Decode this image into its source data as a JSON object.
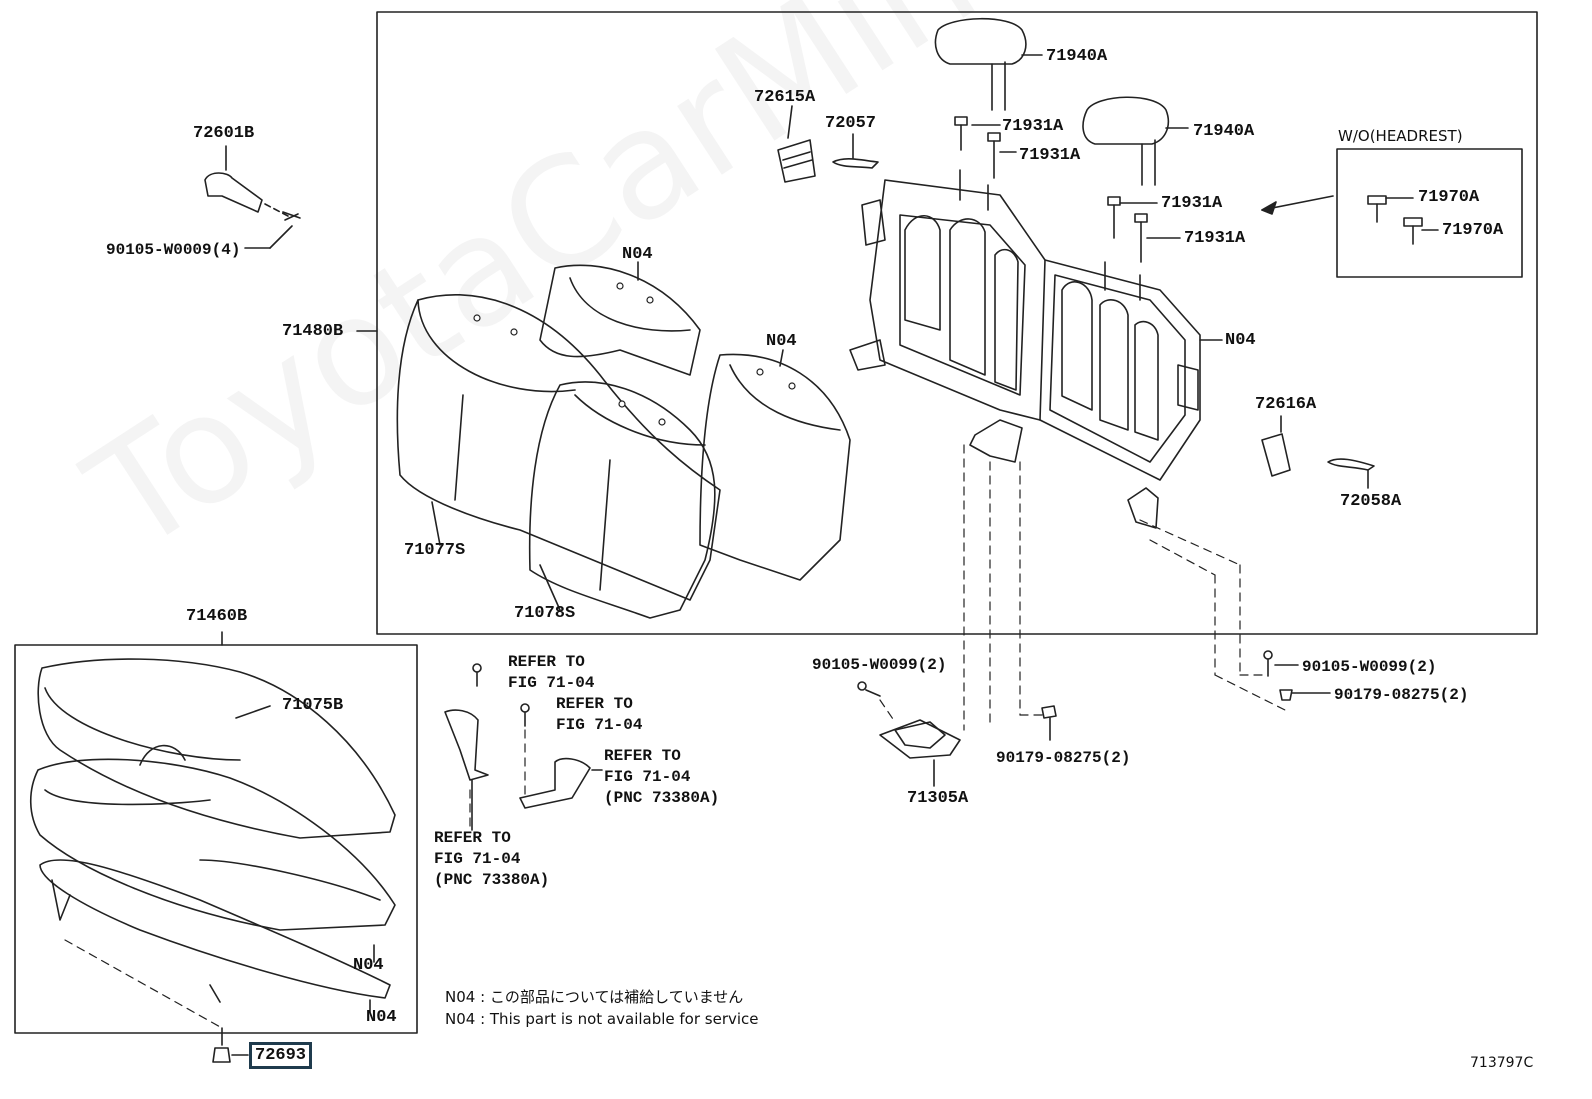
{
  "watermark": "ToyotaCarMine.ru",
  "figure_code": "713797C",
  "colors": {
    "line": "#222222",
    "highlight_box": "#1f3b4d"
  },
  "group_boxes": [
    {
      "name": "seatback-group",
      "label": "71480B"
    },
    {
      "name": "cushion-group",
      "label": "71460B"
    },
    {
      "name": "wo-headrest-group",
      "label": "W/O(HEADREST)"
    }
  ],
  "parts": {
    "p72601B": "72601B",
    "p90105_9": "90105-W0009(4)",
    "p71480B": "71480B",
    "p71460B": "71460B",
    "p72615A": "72615A",
    "p72057": "72057",
    "p71940A_1": "71940A",
    "p71940A_2": "71940A",
    "p71931A_1": "71931A",
    "p71931A_2": "71931A",
    "p71931A_3": "71931A",
    "p71931A_4": "71931A",
    "p71970A_1": "71970A",
    "p71970A_2": "71970A",
    "n04_1": "N04",
    "n04_2": "N04",
    "n04_3": "N04",
    "n04_4": "N04",
    "n04_5": "N04",
    "p72616A": "72616A",
    "p72058A": "72058A",
    "p71077S": "71077S",
    "p71078S": "71078S",
    "p71075B": "71075B",
    "p90105_99a": "90105-W0099(2)",
    "p90105_99b": "90105-W0099(2)",
    "p90179_a": "90179-08275(2)",
    "p90179_b": "90179-08275(2)",
    "p71305A": "71305A",
    "p72693": "72693"
  },
  "refer": {
    "r1": "REFER TO\nFIG 71-04",
    "r2": "REFER TO\nFIG 71-04",
    "r3": "REFER TO\nFIG 71-04\n(PNC 73380A)",
    "r4": "REFER TO\nFIG 71-04\n(PNC 73380A)"
  },
  "notes": {
    "jp": "N04 : この部品については補給していません",
    "en": "N04 : This part is not available for service"
  }
}
